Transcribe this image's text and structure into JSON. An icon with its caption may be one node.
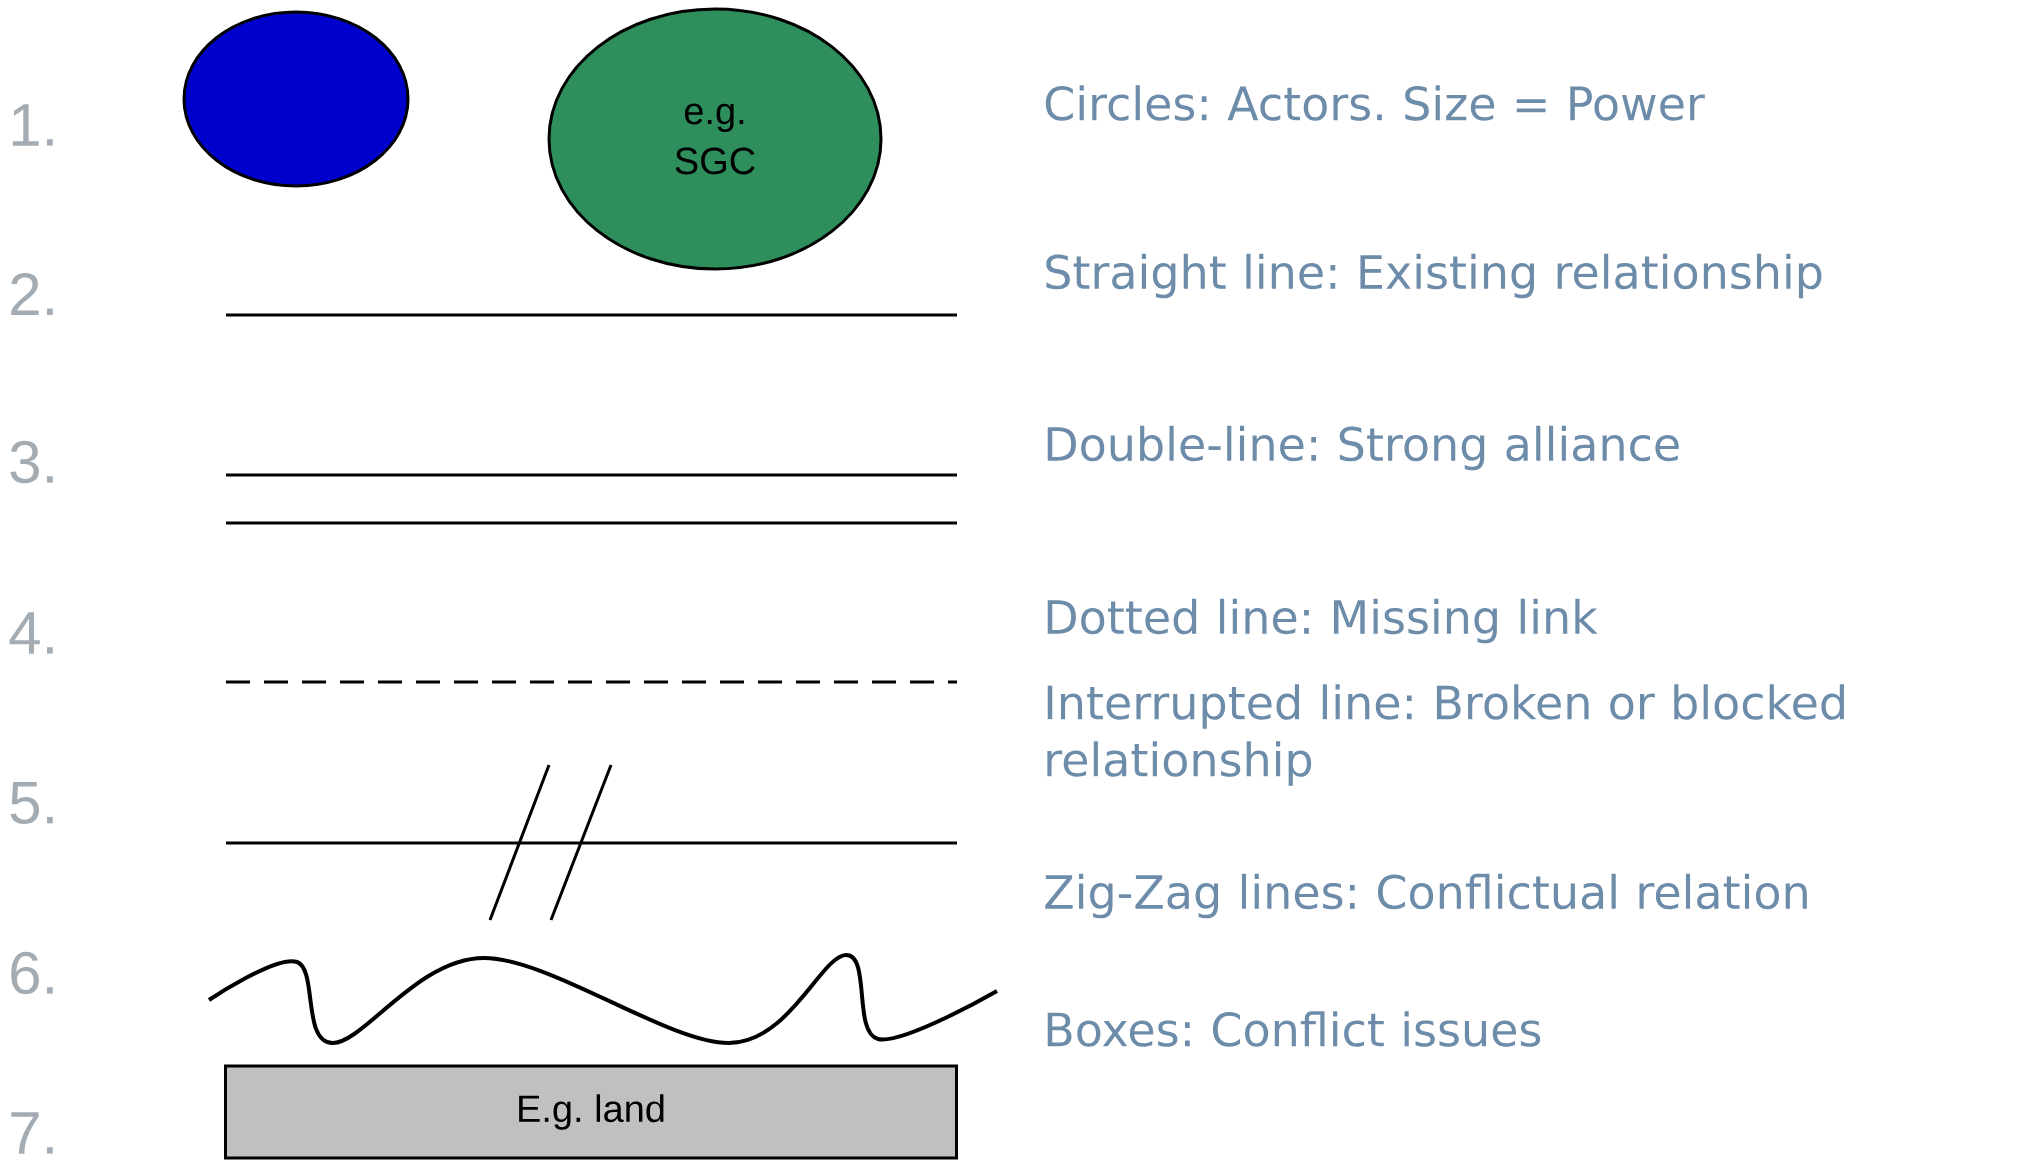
{
  "diagram": {
    "nodes": [
      {
        "text": [],
        "shape": "circle"
      },
      {
        "text": [
          "e.g. SGC"
        ]
      },
      {
        "text": [
          "E.g. land"
        ]
      }
    ],
    "labels": [
      "1.",
      "2.",
      "3.",
      "4.",
      "5.",
      "6.",
      "7."
    ],
    "legend": [
      {
        "text": "Circles: Actors. Size = Power"
      },
      {
        "text": "Straight line: Existing relationship"
      },
      {
        "text": "Double-line: Strong alliance"
      },
      {
        "text": "Dotted line: Missing link"
      },
      {
        "text": "Interrupted line: Broken or blocked relationship"
      },
      {
        "text": "Zig-Zag lines: Conflictual relation"
      },
      {
        "text": "Boxes: Conflict issues"
      }
    ]
  }
}
